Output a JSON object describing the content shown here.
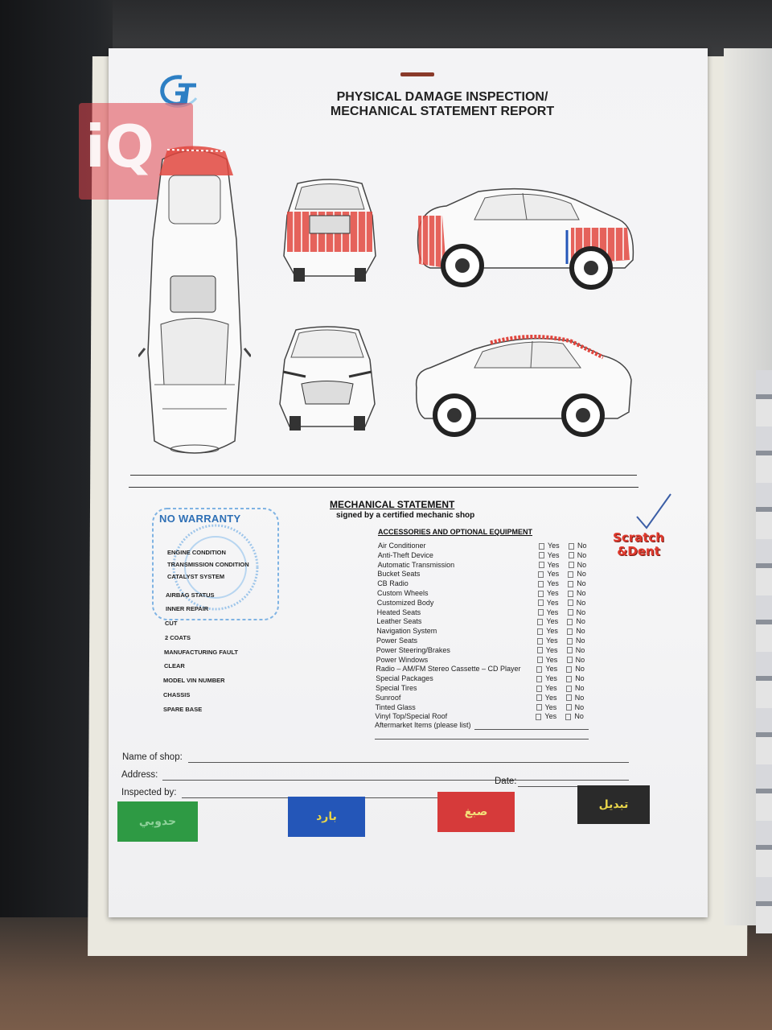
{
  "document": {
    "title_line1": "PHYSICAL DAMAGE INSPECTION/",
    "title_line2": "MECHANICAL STATEMENT REPORT",
    "logo_text": "GT",
    "watermark_text": "iQ"
  },
  "mechanical": {
    "title": "MECHANICAL STATEMENT",
    "subtitle": "signed by a certified mechanic shop"
  },
  "stamp": {
    "title": "NO WARRANTY",
    "conditions": [
      "ENGINE CONDITION",
      "TRANSMISSION CONDITION",
      "CATALYST SYSTEM",
      "AIRBAG STATUS",
      "INNER REPAIR",
      "CUT",
      "2 COATS",
      "MANUFACTURING FAULT",
      "CLEAR",
      "MODEL VIN  NUMBER",
      "CHASSIS",
      "SPARE BASE"
    ]
  },
  "accessories": {
    "title": "ACCESSORIES AND OPTIONAL EQUIPMENT",
    "yes_label": "Yes",
    "no_label": "No",
    "items": [
      "Air Conditioner",
      "Anti-Theft Device",
      "Automatic Transmission",
      "Bucket Seats",
      "CB Radio",
      "Custom Wheels",
      "Customized Body",
      "Heated Seats",
      "Leather Seats",
      "Navigation System",
      "Power Seats",
      "Power Steering/Brakes",
      "Power Windows",
      "Radio – AM/FM Stereo Cassette – CD Player",
      "Special Packages",
      "Special Tires",
      "Sunroof",
      "Tinted Glass",
      "Vinyl Top/Special Roof"
    ],
    "aftermarket_label": "Aftermarket Items (please list)"
  },
  "fields": {
    "shop_label": "Name of shop:",
    "address_label": "Address:",
    "inspected_label": "Inspected by:",
    "date_label": "Date:"
  },
  "sticker": {
    "line1": "Scratch",
    "line2": "&Dent"
  },
  "legend": [
    {
      "label": "حدوبي",
      "bg": "#2e9a44",
      "fg": "#8fd19a"
    },
    {
      "label": "بارد",
      "bg": "#2456b8",
      "fg": "#e8d44a"
    },
    {
      "label": "صبغ",
      "bg": "#d63a3a",
      "fg": "#f3e07a"
    },
    {
      "label": "تبديل",
      "bg": "#2a2a2a",
      "fg": "#e8d44a"
    }
  ],
  "colors": {
    "damage_red": "#e0463e",
    "stamp_blue": "#2e6fb5"
  }
}
